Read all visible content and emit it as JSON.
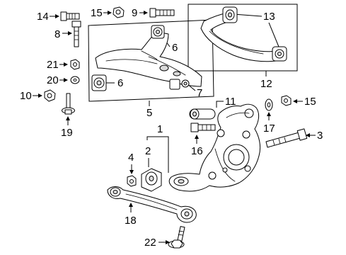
{
  "diagram": {
    "callouts": [
      {
        "id": "c14",
        "label": "14"
      },
      {
        "id": "c8",
        "label": "8"
      },
      {
        "id": "c15a",
        "label": "15"
      },
      {
        "id": "c9",
        "label": "9"
      },
      {
        "id": "c21",
        "label": "21"
      },
      {
        "id": "c20",
        "label": "20"
      },
      {
        "id": "c10",
        "label": "10"
      },
      {
        "id": "c19",
        "label": "19"
      },
      {
        "id": "c6a",
        "label": "6"
      },
      {
        "id": "c6b",
        "label": "6"
      },
      {
        "id": "c7",
        "label": "7"
      },
      {
        "id": "c5",
        "label": "5"
      },
      {
        "id": "c13",
        "label": "13"
      },
      {
        "id": "c12",
        "label": "12"
      },
      {
        "id": "c11",
        "label": "11"
      },
      {
        "id": "c15b",
        "label": "15"
      },
      {
        "id": "c17",
        "label": "17"
      },
      {
        "id": "c3",
        "label": "3"
      },
      {
        "id": "c1",
        "label": "1"
      },
      {
        "id": "c2",
        "label": "2"
      },
      {
        "id": "c4",
        "label": "4"
      },
      {
        "id": "c16",
        "label": "16"
      },
      {
        "id": "c18",
        "label": "18"
      },
      {
        "id": "c22",
        "label": "22"
      }
    ]
  }
}
